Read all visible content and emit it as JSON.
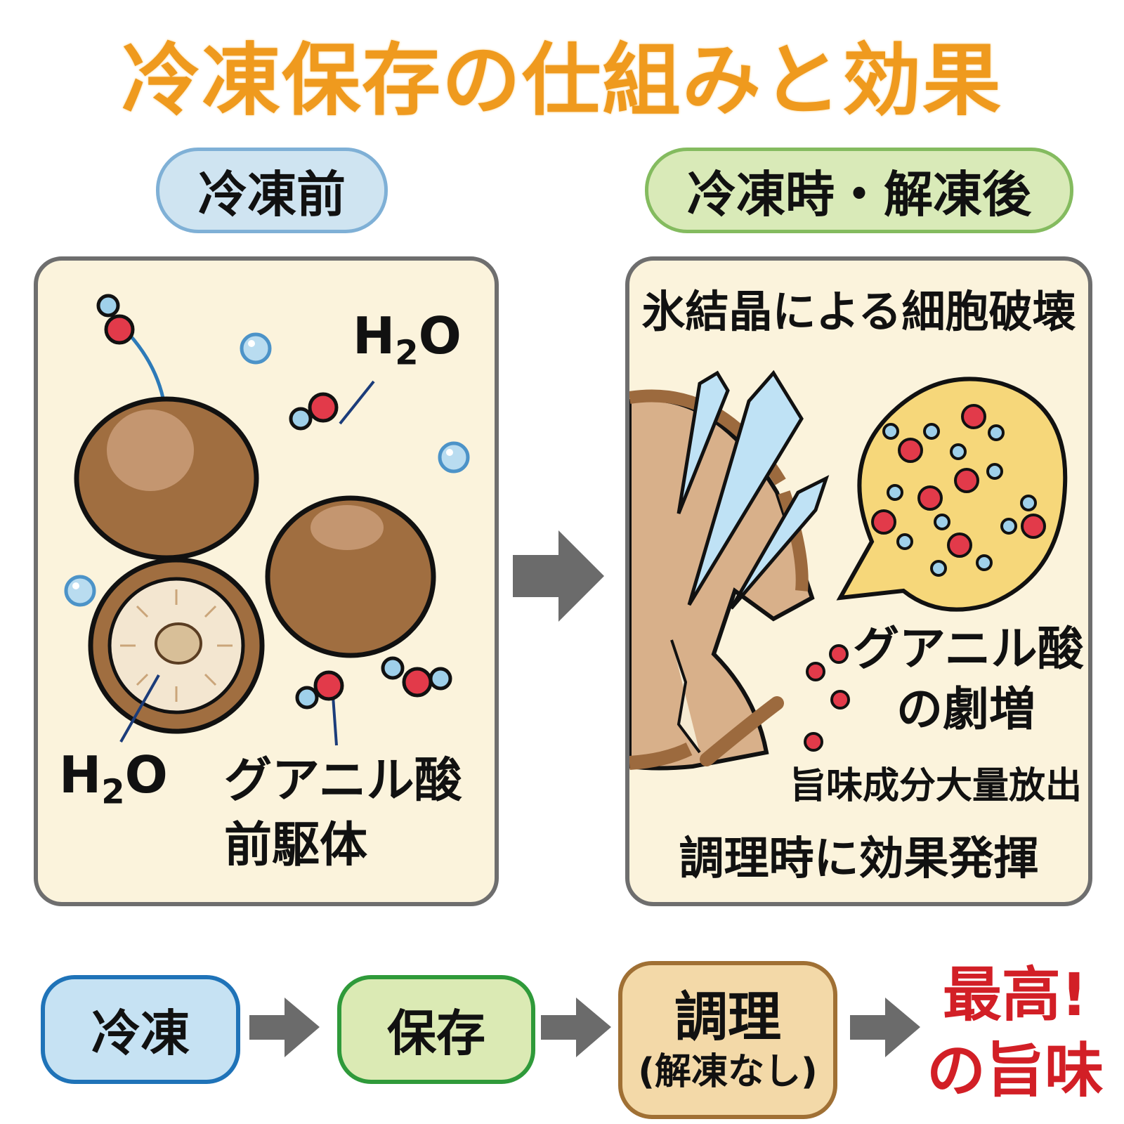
{
  "title": "冷凍保存の仕組みと効果",
  "colors": {
    "title": "#ef9a1e",
    "panel_bg": "#fbf3dc",
    "panel_border": "#6e6e6e",
    "before_pill_bg": "#cfe4f1",
    "after_pill_bg": "#d9eab8",
    "oxygen_atom": "#e23a4a",
    "hydrogen_atom": "#9fd0ea",
    "mushroom_brown": "#9c6a3e",
    "ice_crystal": "#bfe2f5",
    "bubble_yellow": "#f6d77a",
    "arrow_gray": "#6b6b6b",
    "result_red": "#d21f26"
  },
  "before": {
    "header": "冷凍前",
    "labels": {
      "h2o_top": {
        "main": "H",
        "sub": "2",
        "tail": "O"
      },
      "h2o_bottom": {
        "main": "H",
        "sub": "2",
        "tail": "O"
      },
      "precursor_line1": "グアニル酸",
      "precursor_line2": "前駆体"
    }
  },
  "after": {
    "header": "冷凍時・解凍後",
    "heading": "氷結晶による細胞破壊",
    "guanylic_line1": "グアニル酸",
    "guanylic_line2": "の劇増",
    "umami_release": "旨味成分大量放出",
    "cooking_effect": "調理時に効果発揮"
  },
  "flow": {
    "steps": [
      {
        "label": "冷凍"
      },
      {
        "label": "保存"
      },
      {
        "label": "調理",
        "sublabel": "(解凍なし)"
      }
    ],
    "result_line1": "最高!",
    "result_line2": "の旨味"
  }
}
